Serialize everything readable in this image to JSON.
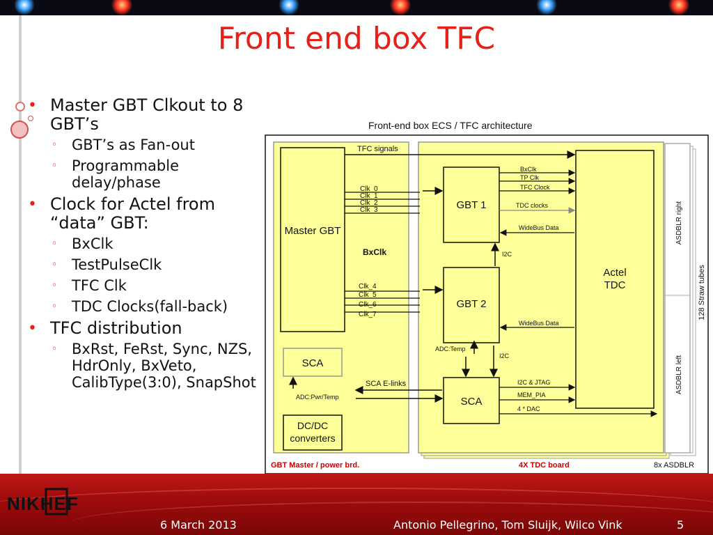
{
  "slide": {
    "title": "Front end box TFC",
    "page_number": "5",
    "date": "6 March 2013",
    "authors": "Antonio Pellegrino, Tom Sluijk, Wilco Vink",
    "logo_text": "NIKHEF"
  },
  "bullets": [
    {
      "text": "Master GBT Clkout to 8 GBT’s",
      "children": [
        "GBT’s as Fan-out",
        "Programmable delay/phase"
      ]
    },
    {
      "text": "Clock for Actel from “data” GBT:",
      "children": [
        "BxClk",
        "TestPulseClk",
        "TFC Clk",
        "TDC Clocks(fall-back)"
      ]
    },
    {
      "text": "TFC distribution",
      "children": [
        "BxRst, FeRst, Sync, NZS, HdrOnly, BxVeto, CalibType(3:0), SnapShot"
      ]
    }
  ],
  "diagram": {
    "title": "Front-end box ECS / TFC architecture",
    "blocks": {
      "master_gbt": "Master GBT",
      "sca_left": "SCA",
      "dcdc": "DC/DC converters",
      "gbt1": "GBT 1",
      "gbt2": "GBT 2",
      "sca_right": "SCA",
      "actel": "Actel TDC",
      "asdblr_right": "ASDBLR right",
      "asdblr_left": "ASDBLR left",
      "straw": "128 Straw tubes"
    },
    "labels": {
      "tfc_signals": "TFC signals",
      "bxclk": "BxClk",
      "i2c_a": "I2C",
      "i2c_b": "I2C",
      "adc_temp": "ADC:Temp",
      "adc_pwr": "ADC:Pwr/Temp",
      "sca_elinks": "SCA E-links"
    },
    "clk_group1": [
      "Clk_0",
      "Clk_1",
      "Clk_2",
      "Clk_3"
    ],
    "clk_group2": [
      "Clk_4",
      "Clk_5",
      "Clk_6",
      "Clk_7"
    ],
    "gbt1_outputs": [
      "BxClk",
      "TP Clk",
      "TFC Clock"
    ],
    "tdc_clocks": "TDC clocks",
    "widebus1": "WideBus Data",
    "widebus2": "WideBus Data",
    "sca_outputs": [
      "I2C & JTAG",
      "MEM_PIA",
      "4 * DAC"
    ],
    "captions": {
      "master": "GBT Master / power brd.",
      "tdc": "4X TDC board",
      "asd": "8x ASDBLR"
    },
    "colors": {
      "block_fill": "#ffff99",
      "caption_red": "#cc0000",
      "accent": "#e8201a"
    }
  }
}
